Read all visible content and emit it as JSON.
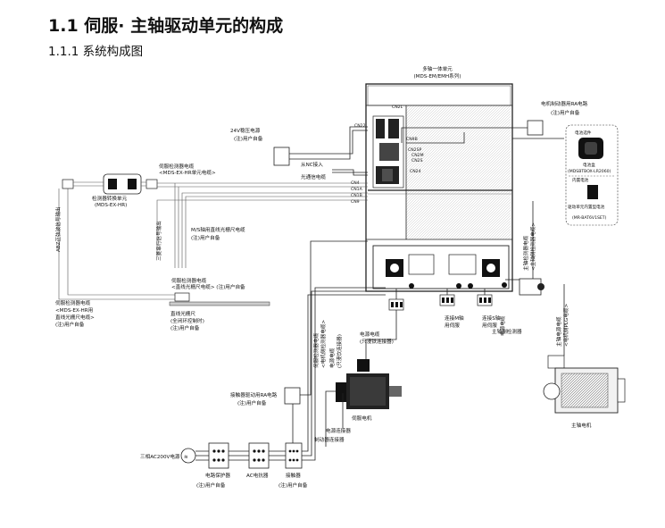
{
  "heading": {
    "section_title": "1.1 伺服· 主轴驱动单元的构成",
    "subsection_title": "1.1.1 系统构成图"
  },
  "diagram": {
    "unit_title": "多轴一体单元",
    "unit_model": "(MDS-EM/EMH系列)",
    "power_24v": "24V稳压电源",
    "power_24v_note": "(注)用户自备",
    "nc_input": "从NC接入",
    "optical_cable": "光通信电缆",
    "connectors": {
      "cn2l": "CN2L",
      "cn22": "CN22",
      "cn9b": "CN9B",
      "cn2sp": "CN2SP",
      "cn2m": "CN2M",
      "cn2s": "CN2S",
      "cn24": "CN24",
      "cn4": "CN4",
      "cn1a": "CN1A",
      "cn1b": "CN1B",
      "cn9": "CN9"
    },
    "brake_cable": "电机制动器用RA电路",
    "brake_cable_note": "(注)用户自备",
    "battery_box_title": "电池选件",
    "battery_case": "电池盒",
    "battery_case_model": "(MDSBTBOX-LR2060)",
    "built_in_battery_title": "内置电池",
    "built_in_battery": "驱动单元内置型电池",
    "built_in_battery_model": "(MR-BAT6V1SET)",
    "detector_cable": "伺服检测器电缆",
    "detector_cable_model": "<MDS-EX-HR单元电缆>",
    "detector_converter": "检测器转换单元",
    "detector_converter_model": "(MDS-EX-HR)",
    "abz_signal": "ABZ正弦波信号输出",
    "serial_signal": "三菱串行信号输出",
    "ms_cable": "M/S轴用直线光栅尺电缆",
    "ms_cable_note": "(注)用户自备",
    "servo_detector_cable": "伺服检测器电缆",
    "linear_scale_cable": "<直线光栅尺电缆> (注)用户自备",
    "servo_detector_cable2_lines": [
      "伺服检测器电缆",
      "<MDS-EX-HR用",
      "直线光栅尺电缆>",
      "(注)用户自备"
    ],
    "linear_scale_lines": [
      "直线光栅尺",
      "(全闭环控制时)",
      "(注)用户自备"
    ],
    "spindle_detector_cable": "主轴检测器电缆",
    "spindle_detector_cable_model": "<主轴侧检测器电缆>",
    "spindle_detector": "主轴侧检测器",
    "spindle_power_cable": "主轴电源电缆",
    "spindle_power_cable_model": "<电机侧PLG电缆>",
    "servo_detector_cable_v": "伺服检测器电缆",
    "motor_side_cable": "<电机侧检测器电缆>",
    "power_cable_vert": "电源电缆",
    "power_cable_vert_note": "(只漫饮连接器)",
    "power_cable": "电源电缆",
    "power_cable_note": "(只漫铁连接器)",
    "connect_m_axis": "连接M轴",
    "connect_m_axis_2": "用伺服",
    "connect_s_axis": "连接S轴",
    "connect_s_axis_2": "用伺服",
    "servo_motor": "伺服电机",
    "power_connector": "电源连接器",
    "brake_connector": "制动器连接器",
    "spindle_motor": "主轴电机",
    "contactor_ra": "接触器驱动用RA电路",
    "contactor_ra_note": "(注)用户自备",
    "ac200v": "三相AC200V电源",
    "breaker": "电路保护器",
    "breaker_note": "(注)用户自备",
    "reactor": "AC电抗器",
    "contactor": "接触器",
    "contactor_note": "(注)用户自备"
  }
}
